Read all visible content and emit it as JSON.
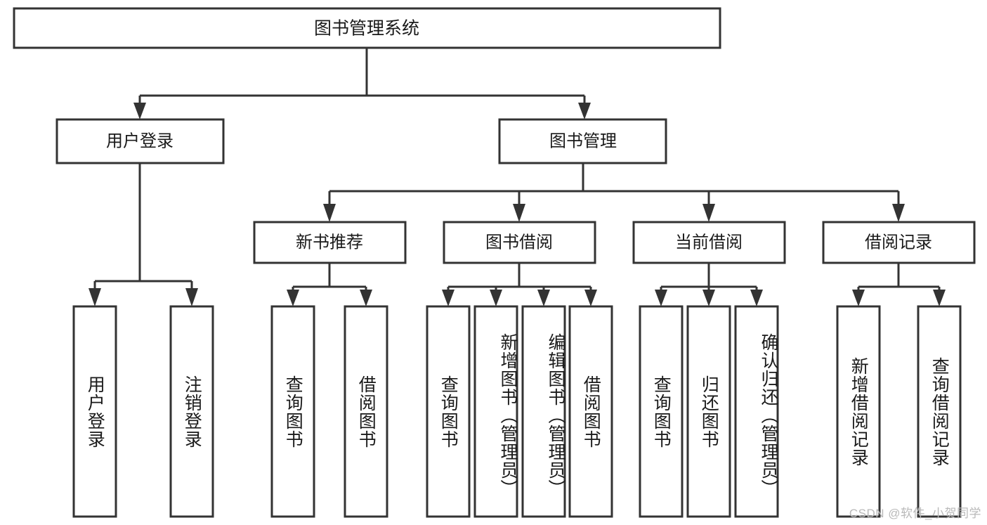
{
  "diagram": {
    "type": "tree",
    "title": "图书管理系统",
    "watermark": "CSDN @软件_小贺同学",
    "colors": {
      "stroke": "#333333",
      "fill": "#ffffff",
      "text": "#1a1a1a",
      "watermark": "#b9b9b9"
    },
    "levels": {
      "root": {
        "label": "图书管理系统"
      },
      "level2": [
        {
          "label": "用户登录"
        },
        {
          "label": "图书管理"
        }
      ],
      "level3": [
        {
          "label": "新书推荐"
        },
        {
          "label": "图书借阅"
        },
        {
          "label": "当前借阅"
        },
        {
          "label": "借阅记录"
        }
      ]
    },
    "nodes": {
      "root": "图书管理系统",
      "user_login": "用户登录",
      "book_manage": "图书管理",
      "new_book_rec": "新书推荐",
      "book_borrow": "图书借阅",
      "current_borrow": "当前借阅",
      "borrow_record": "借阅记录"
    },
    "leaves": {
      "user_login": [
        "用户登录",
        "注销登录"
      ],
      "new_book_rec": [
        "查询图书",
        "借阅图书"
      ],
      "book_borrow": [
        "查询图书",
        "新增图书（管理员）",
        "编辑图书（管理员）",
        "借阅图书"
      ],
      "current_borrow": [
        "查询图书",
        "归还图书",
        "确认归还（管理员）"
      ],
      "borrow_record": [
        "新增借阅记录",
        "查询借阅记录"
      ]
    }
  }
}
